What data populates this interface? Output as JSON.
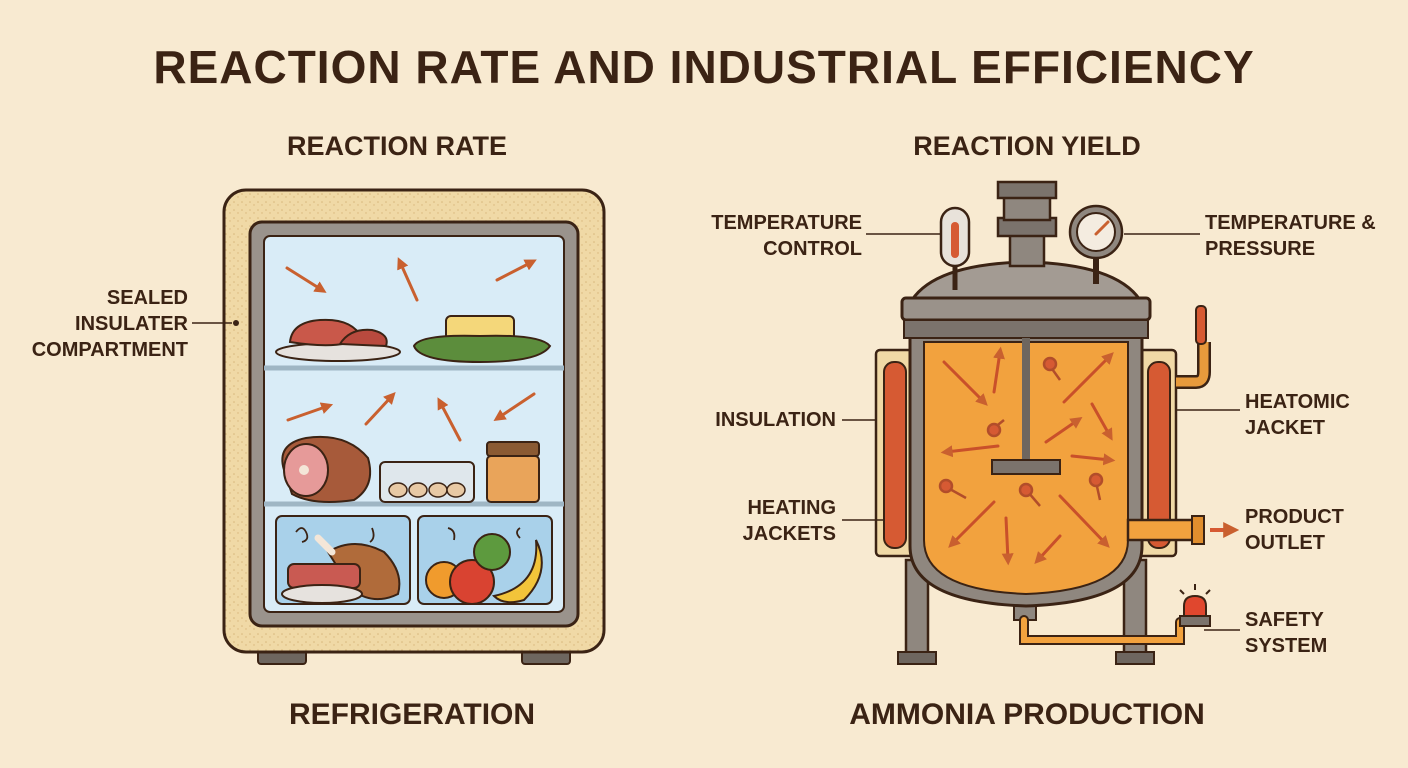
{
  "title": "REACTION RATE AND INDUSTRIAL EFFICIENCY",
  "left": {
    "heading": "REACTION RATE",
    "footer": "REFRIGERATION",
    "labels": {
      "compartment": "SEALED\nINSULATER\nCOMPARTMENT"
    }
  },
  "right": {
    "heading": "REACTION YIELD",
    "footer": "AMMONIA PRODUCTION",
    "labels": {
      "temperature_control": "TEMPERATURE\nCONTROL",
      "temperature_pressure": "TEMPERATURE &\nPRESSURE",
      "insulation": "INSULATION",
      "heating_jackets": "HEATING\nJACKETS",
      "heatomic_jacket": "HEATOMIC\nJACKET",
      "product_outlet": "PRODUCT\nOUTLET",
      "safety_system": "SAFETY\nSYSTEM"
    }
  },
  "colors": {
    "background": "#f8ead1",
    "ink": "#3b2314",
    "arrow": "#d2673a",
    "reactor_fill": "#f2a23e",
    "insulation": "#f0d9a6",
    "steel": "#8f877f"
  }
}
